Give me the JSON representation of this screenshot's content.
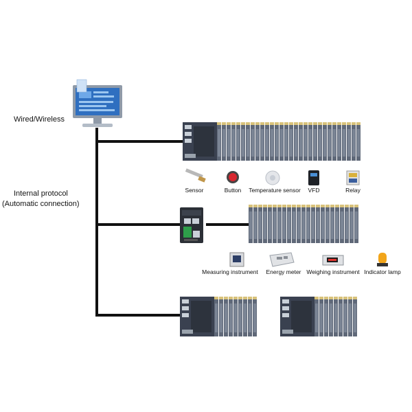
{
  "labels": {
    "wired_wireless": "Wired/Wireless",
    "protocol_line1": "Internal protocol",
    "protocol_line2": "(Automatic connection)"
  },
  "devices_row1": [
    {
      "label": "Sensor",
      "icon": "proximity-sensor-icon"
    },
    {
      "label": "Button",
      "icon": "push-button-icon"
    },
    {
      "label": "Temperature sensor",
      "icon": "temperature-sensor-icon"
    },
    {
      "label": "VFD",
      "icon": "vfd-icon"
    },
    {
      "label": "Relay",
      "icon": "relay-icon"
    }
  ],
  "devices_row2": [
    {
      "label": "Measuring instrument",
      "icon": "measuring-instrument-icon"
    },
    {
      "label": "Energy meter",
      "icon": "energy-meter-icon"
    },
    {
      "label": "Weighing instrument",
      "icon": "weighing-instrument-icon"
    },
    {
      "label": "Indicator lamp",
      "icon": "indicator-lamp-icon"
    }
  ],
  "colors": {
    "cable": "#111111",
    "module_body": "#5f6878",
    "module_dark": "#3a4150",
    "terminal_top": "#d8c27a",
    "monitor_frame": "#8f9aa8",
    "monitor_screen": "#2f6fc0"
  }
}
